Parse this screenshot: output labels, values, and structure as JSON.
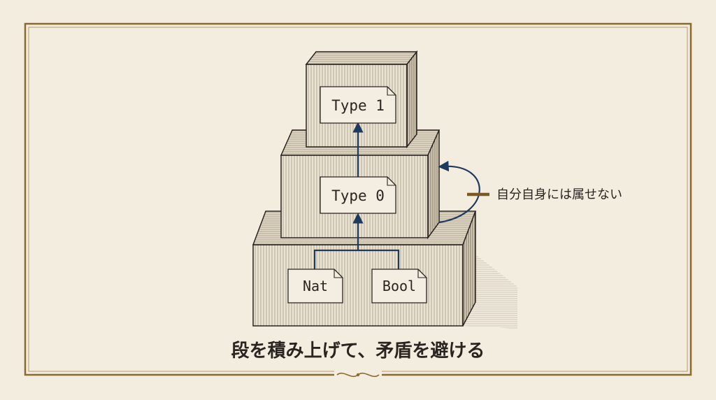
{
  "diagram": {
    "levels": [
      {
        "id": "type1",
        "label": "Type 1"
      },
      {
        "id": "type0",
        "label": "Type 0"
      },
      {
        "id": "base",
        "items": [
          "Nat",
          "Bool"
        ]
      }
    ],
    "annotation": "自分自身には属せない",
    "caption": "段を積み上げて、矛盾を避ける"
  },
  "colors": {
    "background": "#f3ede0",
    "frame": "#8b6a2e",
    "arrow": "#1f3a5f",
    "box_face": "#e8dfcd",
    "ink": "#2a2420"
  }
}
